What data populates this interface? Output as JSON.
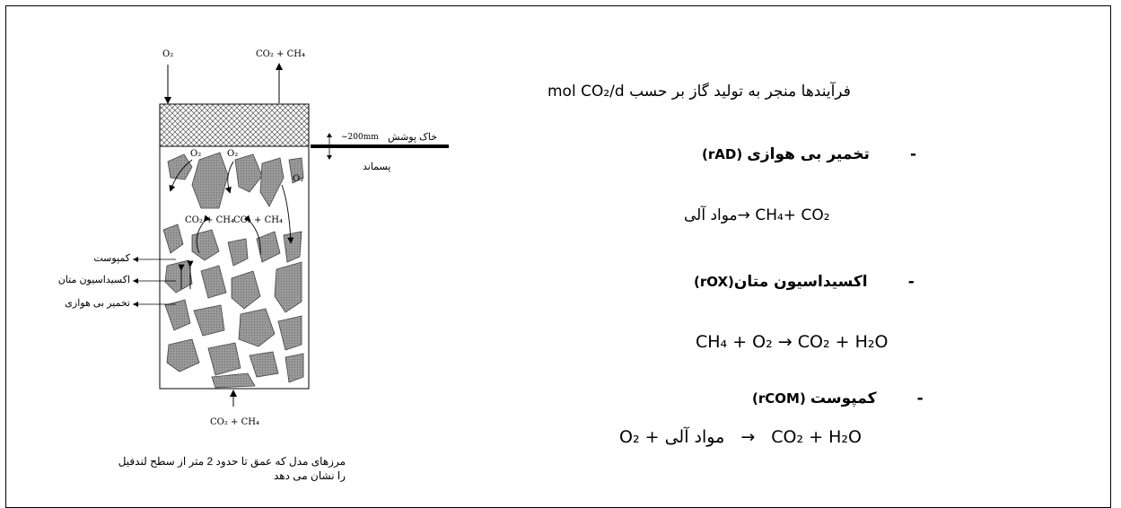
{
  "diagram": {
    "top_left_label": "O₂",
    "top_right_label": "CO₂ + CH₄",
    "cover_label": "خاک پوشش",
    "cover_depth": "~200mm",
    "waste_label": "پسماند",
    "inner_o2_1": "O₂",
    "inner_o2_2": "O₂",
    "inner_o2_3": "O₂",
    "inner_gas_1": "CO₂ + CH₄",
    "inner_gas_2": "CO₂ + CH₄",
    "bottom_label": "CO₂ + CH₄",
    "side_labels": [
      "کمپوست",
      "اکسیداسیون متان",
      "تخمیر بی هوازی"
    ],
    "caption_line1": "مرزهای مدل که عمق تا حدود 2 متر از سطح لندفیل",
    "caption_line2": "را نشان می دهد"
  },
  "text": {
    "title": "فرآیندها منجر به تولید گاز بر حسب",
    "title_unit": "mol CO₂/d",
    "p1_name": "تخمیر بی هوازی",
    "p1_rate": "rAD",
    "p1_eq_left": "مواد آلی",
    "p1_eq_right": "CH₄+ CO₂",
    "p2_name": "اکسیداسیون متان",
    "p2_rate": "rOX",
    "p2_eq": "CH₄ + O₂ → CO₂ + H₂O",
    "p3_name": "کمپوست",
    "p3_rate": "rCOM",
    "p3_eq_left": "O₂ + مواد آلی",
    "p3_eq_right": "CO₂ + H₂O",
    "dash": "-"
  }
}
